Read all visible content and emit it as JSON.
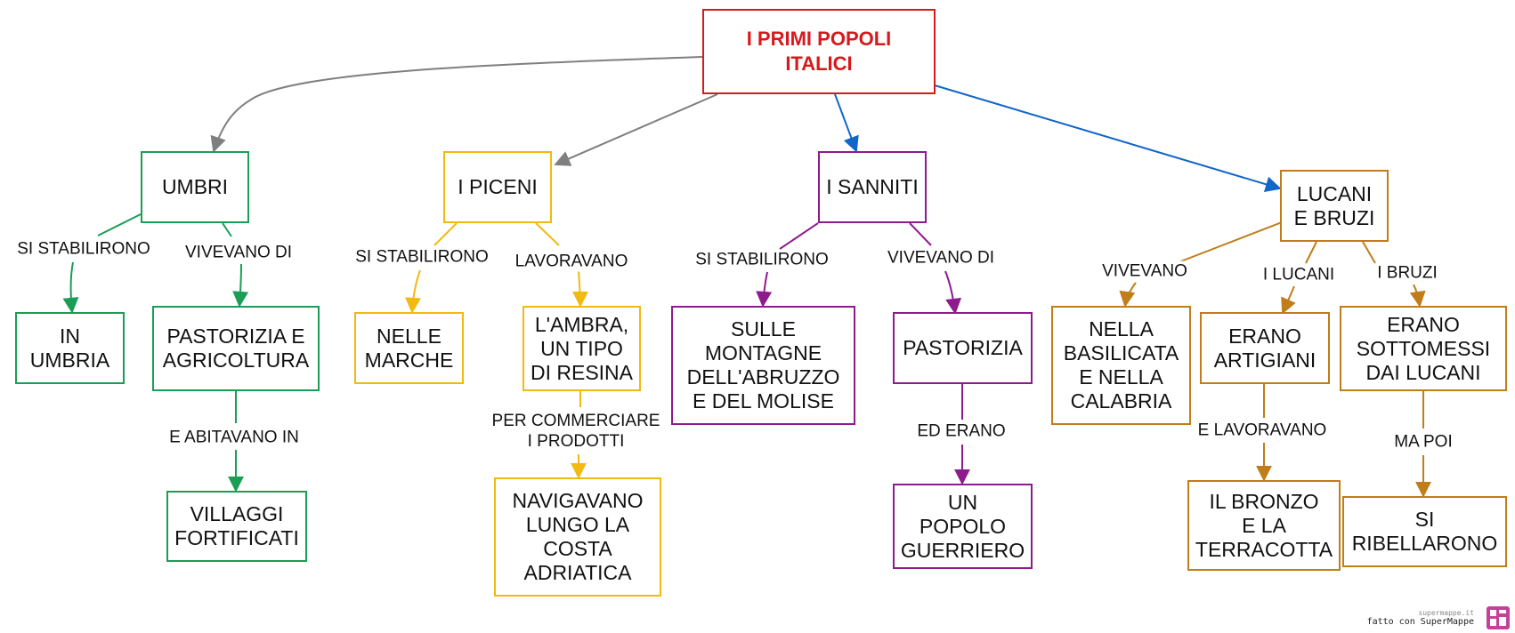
{
  "colors": {
    "title": "#d7191c",
    "umbri": "#1a9e55",
    "piceni": "#f2b90f",
    "sanniti": "#8e1b8e",
    "lucani": "#c07d1a",
    "blue": "#1166c8",
    "gray": "#7f7f7f"
  },
  "nodes": {
    "root": "I  PRIMI  POPOLI\nITALICI",
    "umbri": "UMBRI",
    "in_umbria": "IN\nUMBRIA",
    "pastorizia_agricoltura": "PASTORIZIA E\nAGRICOLTURA",
    "villaggi": "VILLAGGI\nFORTIFICATI",
    "piceni": "I PICENI",
    "marche": "NELLE\nMARCHE",
    "ambra": "L'AMBRA,\nUN TIPO\nDI RESINA",
    "navigavano": "NAVIGAVANO\nLUNGO LA\nCOSTA\nADRIATICA",
    "sanniti": "I SANNITI",
    "montagne": "SULLE\nMONTAGNE\nDELL'ABRUZZO\nE DEL MOLISE",
    "pastorizia": "PASTORIZIA",
    "guerriero": "UN\nPOPOLO\nGUERRIERO",
    "lucani_bruzi": "LUCANI\nE BRUZI",
    "basilicata": "NELLA\nBASILICATA\nE NELLA\nCALABRIA",
    "artigiani": "ERANO\nARTIGIANI",
    "sottomessi": "ERANO\nSOTTOMESSI\nDAI LUCANI",
    "bronzo": "IL BRONZO\nE LA\nTERRACOTTA",
    "ribellarono": "SI\nRIBELLARONO"
  },
  "links": {
    "umbri_si_stabilirono": "SI STABILIRONO",
    "umbri_vivevano_di": "VIVEVANO DI",
    "e_abitavano_in": "E ABITAVANO IN",
    "piceni_si_stabilirono": "SI STABILIRONO",
    "lavoravano": "LAVORAVANO",
    "per_commerciare": "PER COMMERCIARE\nI PRODOTTI",
    "sanniti_si_stabilirono": "SI STABILIRONO",
    "sanniti_vivevano_di": "VIVEVANO DI",
    "ed_erano": "ED ERANO",
    "vivevano": "VIVEVANO",
    "i_lucani": "I LUCANI",
    "i_bruzi": "I BRUZI",
    "e_lavoravano": "E LAVORAVANO",
    "ma_poi": "MA POI"
  },
  "footer": {
    "small": "supermappe.it",
    "big": "fatto con SuperMappe",
    "logo_icon": "supermappe-logo-icon"
  }
}
